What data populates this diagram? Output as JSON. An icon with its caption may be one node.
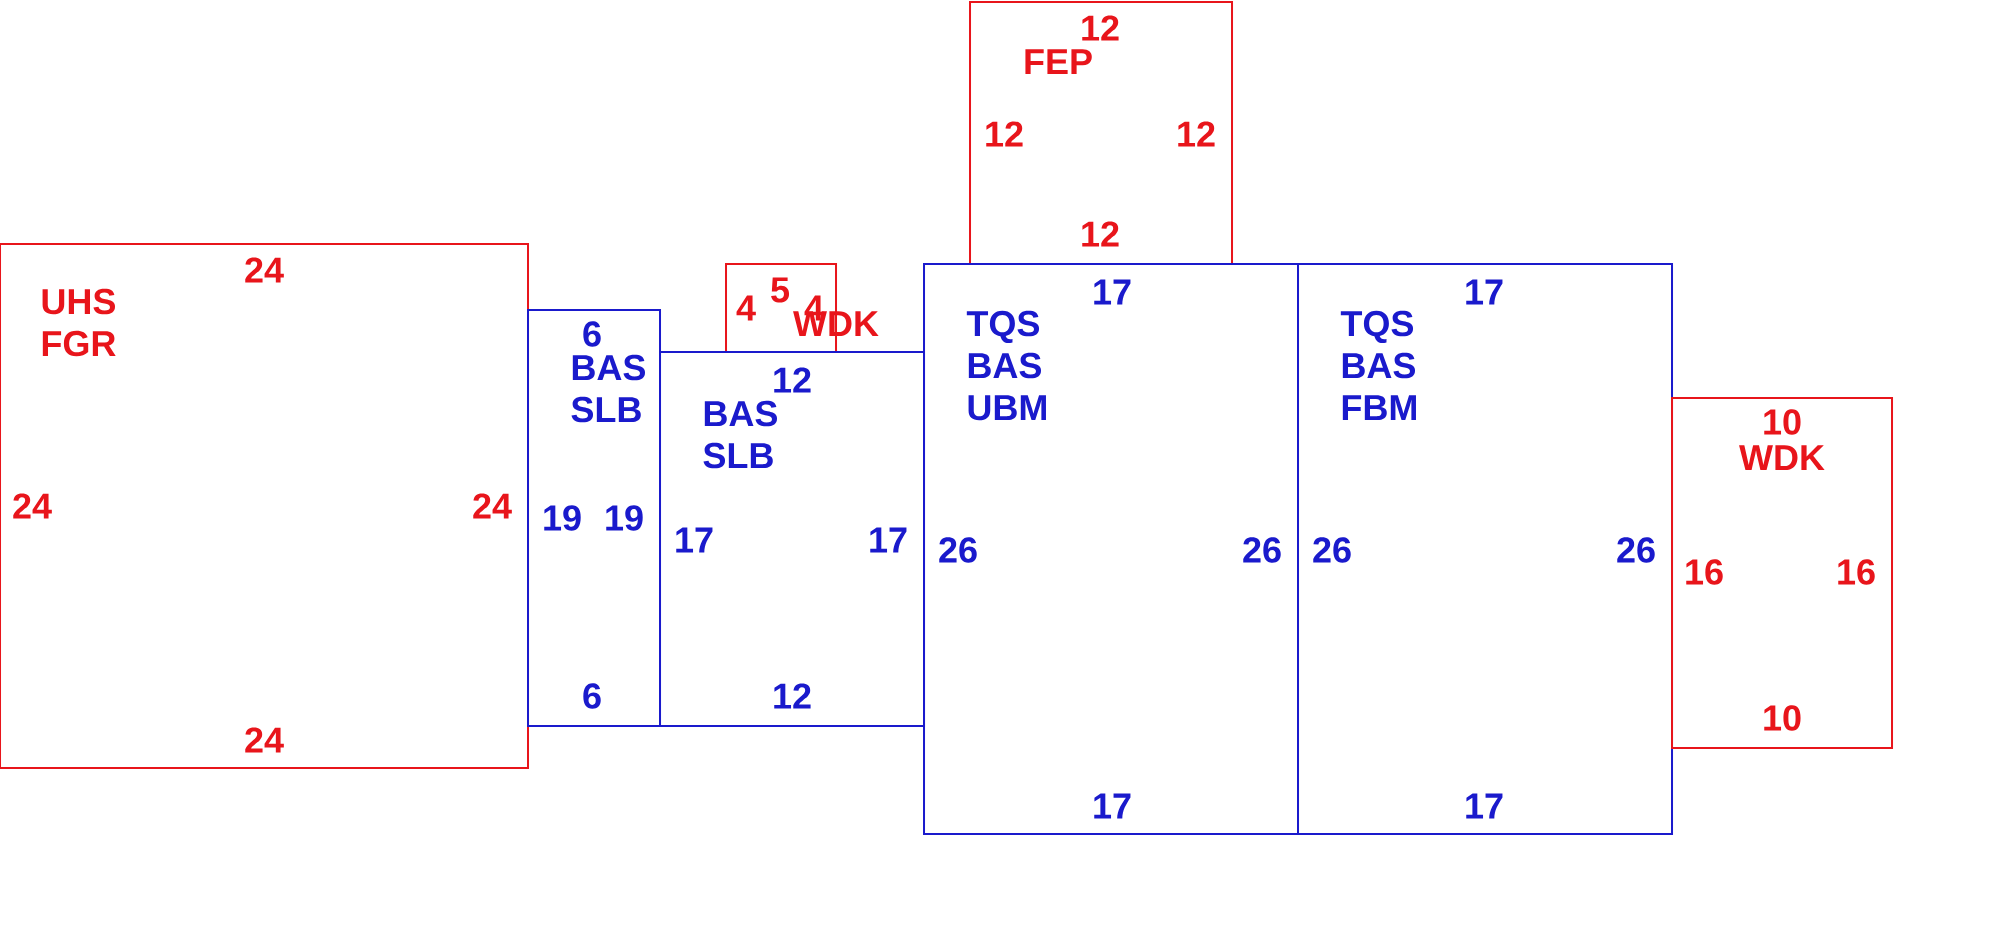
{
  "diagram": {
    "nodes": [
      {
        "text": [
          "UHS FGR",
          "24",
          "24",
          "24",
          "24"
        ]
      },
      {
        "text": [
          "BAS SLB",
          "6",
          "19",
          "19",
          "6"
        ]
      },
      {
        "text": [
          "WDK",
          "5",
          "4",
          "4"
        ]
      },
      {
        "text": [
          "BAS SLB",
          "12",
          "17",
          "17",
          "12"
        ]
      },
      {
        "text": [
          "FEP",
          "12",
          "12",
          "12",
          "12"
        ]
      },
      {
        "text": [
          "TQS BAS UBM",
          "17",
          "26",
          "26",
          "17"
        ]
      },
      {
        "text": [
          "TQS BAS FBM",
          "17",
          "26",
          "26",
          "17"
        ]
      },
      {
        "text": [
          "WDK",
          "10",
          "16",
          "16",
          "10"
        ]
      }
    ]
  }
}
